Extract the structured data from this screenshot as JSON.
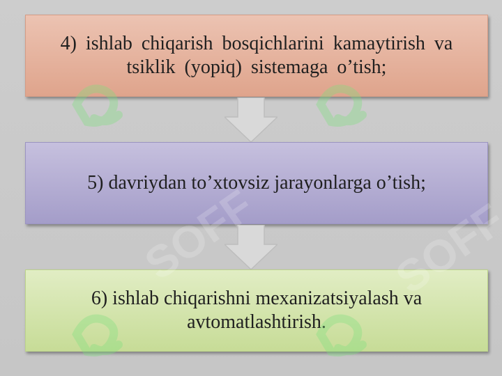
{
  "steps": [
    {
      "text": "4)  ishlab  chiqarish  bosqichlarini  kamaytirish va  tsiklik  (yopiq) sistemaga o’tish;",
      "color": "#e6b29d"
    },
    {
      "text": "5) davriydan to’xtovsiz jarayonlarga o’tish;",
      "color": "#b5afd4"
    },
    {
      "text": "6) ishlab chiqarishni mexanizatsiyalash va avtomatlashtirish.",
      "color": "#d4e5ad"
    }
  ],
  "arrow_color": "#d9d9d9",
  "watermark": {
    "text": "SOFF",
    "color": "#7ee07e",
    "icon": "soff-logo-icon"
  }
}
